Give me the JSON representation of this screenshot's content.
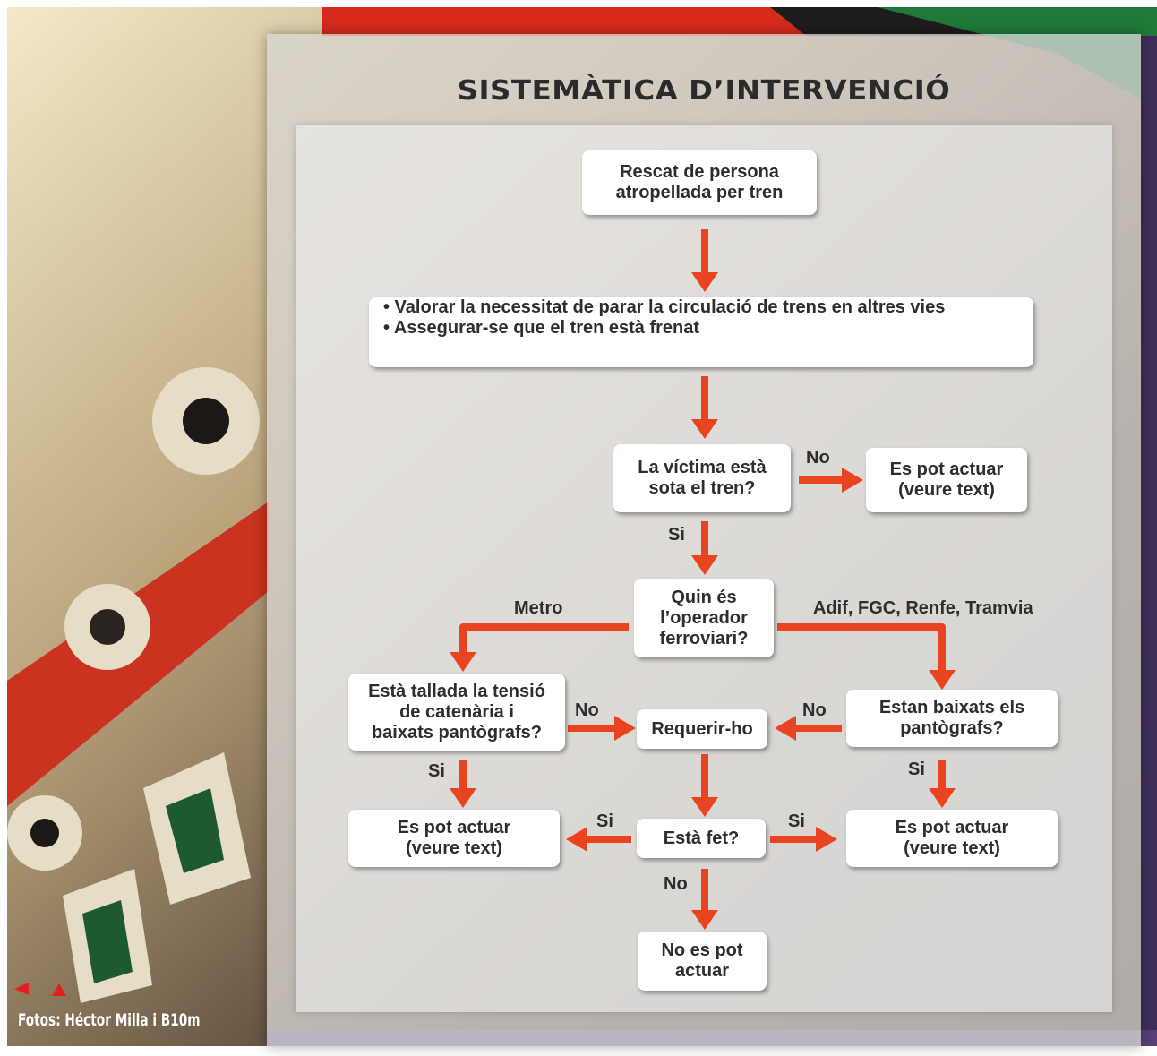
{
  "title": "SISTEMÀTICA D’INTERVENCIÓ",
  "colors": {
    "arrow": "#e8441f",
    "box": "#ffffff",
    "text": "#2d2d2d"
  },
  "nodes": {
    "start": "Rescat de persona\natropellada per tren",
    "actions": [
      "• Valorar la necessitat de parar la circulació de trens en altres vies",
      "• Assegurar-se que el tren està frenat"
    ],
    "victim_under": "La víctima està\nsota el tren?",
    "can_act_1": "Es pot actuar\n(veure text)",
    "operator": "Quin és\nl’operador\nferroviari?",
    "metro_check": "Està tallada la tensió\nde catenària i\nbaixats pantògrafs?",
    "require": "Requerir-ho",
    "pantographs": "Estan baixats els\npantògrafs?",
    "can_act_left": "Es pot actuar\n(veure text)",
    "done": "Està fet?",
    "can_act_right": "Es pot actuar\n(veure text)",
    "cannot_act": "No es pot\nactuar"
  },
  "labels": {
    "no_victim": "No",
    "si_victim": "Si",
    "metro": "Metro",
    "others": "Adif, FGC, Renfe, Tramvia",
    "no_metro": "No",
    "no_panto": "No",
    "si_metro": "Si",
    "si_panto": "Si",
    "si_done_left": "Si",
    "si_done_right": "Si",
    "no_done": "No"
  },
  "credit": "Fotos: Héctor Milla i B10m"
}
